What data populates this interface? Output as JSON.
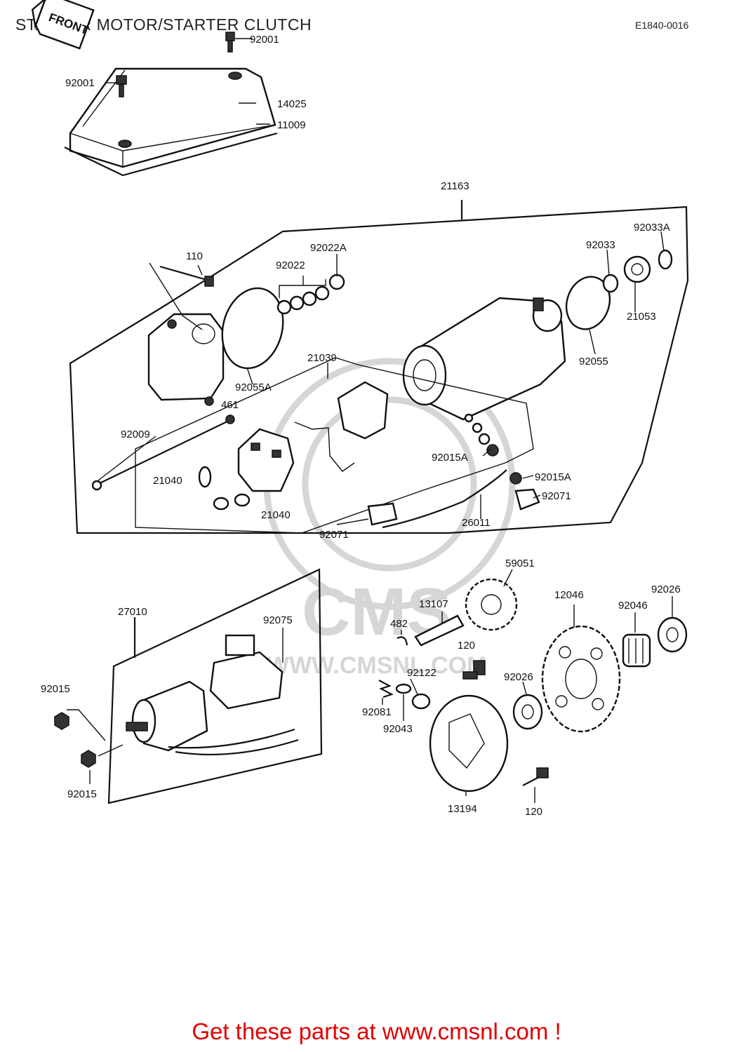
{
  "header": {
    "title": "STARTER MOTOR/STARTER CLUTCH",
    "code": "E1840-0016",
    "front_badge": "FRONT"
  },
  "watermark": {
    "logo": "CMS",
    "url": "WWW.CMSNL.COM"
  },
  "parts": {
    "p92001_top": "92001",
    "p92001_left": "92001",
    "p14025": "14025",
    "p11009": "11009",
    "p21163": "21163",
    "p92033A": "92033A",
    "p92033": "92033",
    "p92022A": "92022A",
    "p92022": "92022",
    "p110": "110",
    "p21053": "21053",
    "p92055": "92055",
    "p21039": "21039",
    "p92055A": "92055A",
    "p461": "461",
    "p92009": "92009",
    "p92015A_a": "92015A",
    "p92015A_b": "92015A",
    "p21040_a": "21040",
    "p21040_b": "21040",
    "p92071_a": "92071",
    "p92071_b": "92071",
    "p26011": "26011",
    "p59051": "59051",
    "p12046": "12046",
    "p92026_a": "92026",
    "p92046": "92046",
    "p27010": "27010",
    "p13107": "13107",
    "p92075": "92075",
    "p482": "482",
    "p120_a": "120",
    "p92122": "92122",
    "p92026_b": "92026",
    "p92015_a": "92015",
    "p92081": "92081",
    "p92043": "92043",
    "p92015_b": "92015",
    "p13194": "13194",
    "p120_b": "120"
  },
  "footer": {
    "link": "Get these parts at www.cmsnl.com !",
    "color": "#e00000"
  }
}
